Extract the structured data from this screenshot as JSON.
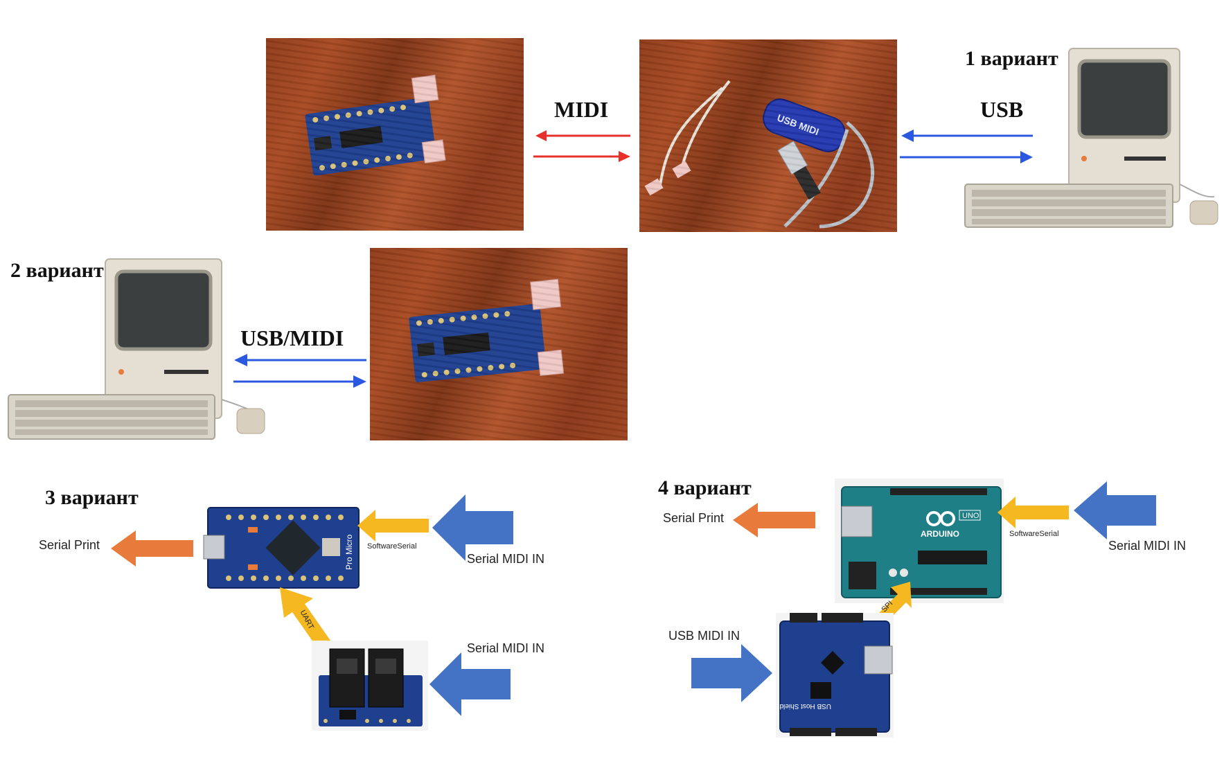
{
  "variant1": {
    "heading": "1 вариант",
    "label_left": "MIDI",
    "label_right": "USB",
    "adapter_text": "USB MIDI"
  },
  "variant2": {
    "heading": "2 вариант",
    "label": "USB/MIDI"
  },
  "variant3": {
    "heading": "3 вариант",
    "serial_print": "Serial Print",
    "software_serial": "SoftwareSerial",
    "serial_midi_in_top": "Serial MIDI IN",
    "serial_midi_in_bottom": "Serial MIDI IN",
    "uart": "UART",
    "board_text": "Pro Micro"
  },
  "variant4": {
    "heading": "4 вариант",
    "serial_print": "Serial Print",
    "software_serial": "SoftwareSerial",
    "serial_midi_in": "Serial MIDI IN",
    "usb_midi_in": "USB MIDI IN",
    "spi": "SPI",
    "uno_brand": "ARDUINO",
    "uno_model": "UNO",
    "shield_text": "USB Host Shield"
  },
  "colors": {
    "midi_arrow": "#e8302a",
    "usb_arrow": "#2b58e0",
    "orange": "#e87a3c",
    "yellow": "#f5b820",
    "blue": "#4472c4",
    "board_blue": "#1f3f8f",
    "uno_teal": "#1f7f86",
    "wood": "#9a4220"
  }
}
